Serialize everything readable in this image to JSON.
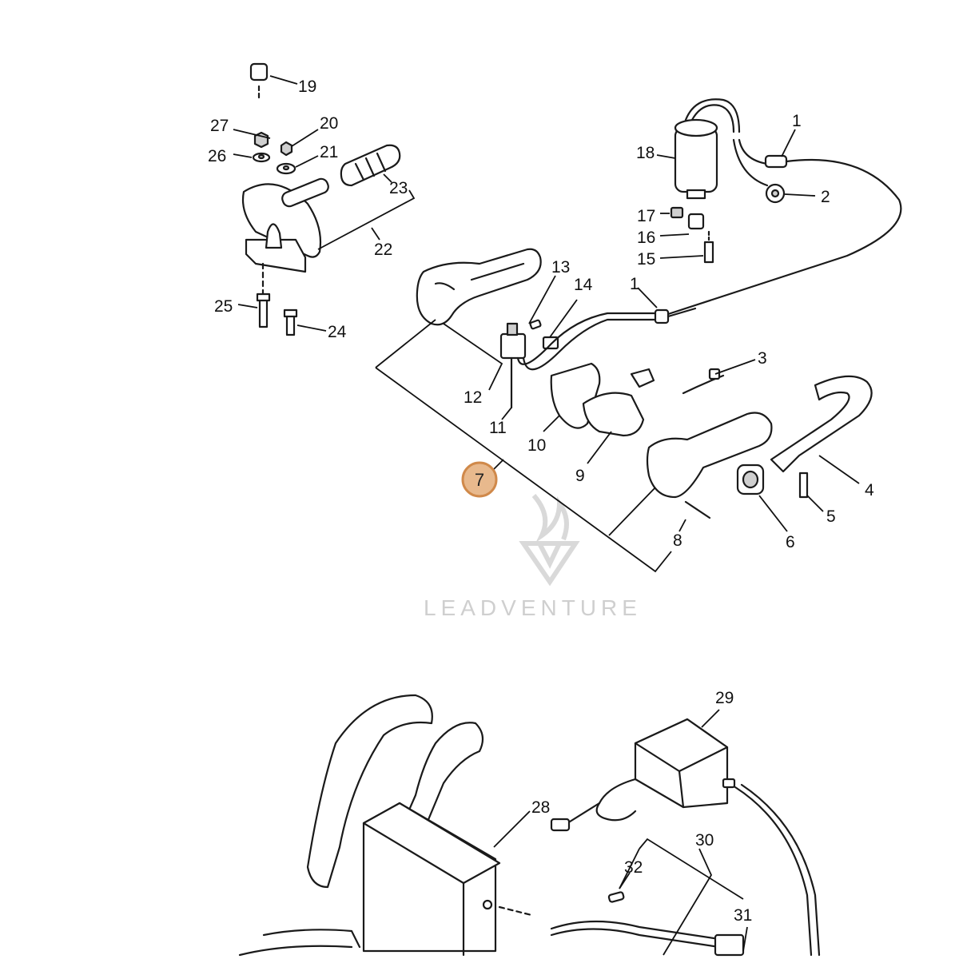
{
  "watermark": {
    "text": "LEADVENTURE"
  },
  "highlighted_callout": "7",
  "callouts": {
    "c1a": "1",
    "c1b": "1",
    "c2": "2",
    "c3": "3",
    "c4": "4",
    "c5": "5",
    "c6": "6",
    "c8": "8",
    "c9": "9",
    "c10": "10",
    "c11": "11",
    "c12": "12",
    "c13": "13",
    "c14": "14",
    "c15": "15",
    "c16": "16",
    "c17": "17",
    "c18": "18",
    "c19": "19",
    "c20": "20",
    "c21": "21",
    "c22": "22",
    "c23": "23",
    "c24": "24",
    "c25": "25",
    "c26": "26",
    "c27": "27",
    "c28": "28",
    "c29": "29",
    "c30": "30",
    "c31": "31",
    "c32": "32"
  }
}
